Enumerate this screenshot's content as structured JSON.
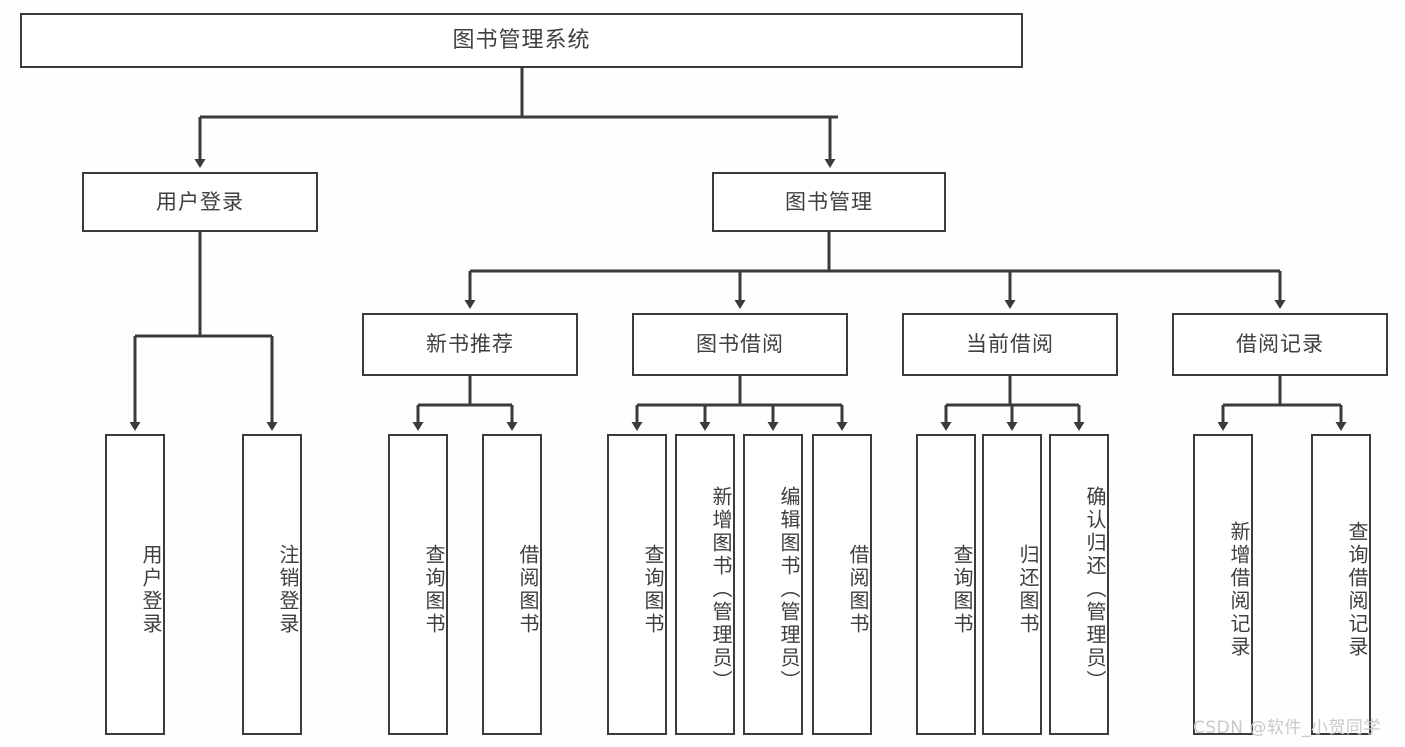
{
  "diagram": {
    "type": "tree-hierarchy",
    "title": "图书管理系统",
    "background_color": "#fefefe",
    "line_color": "#3b3b3b",
    "text_color": "#3f3f3f"
  },
  "root": {
    "label": "图书管理系统"
  },
  "level1": [
    {
      "id": "user-login",
      "label": "用户登录"
    },
    {
      "id": "book-manage",
      "label": "图书管理"
    }
  ],
  "level2": [
    {
      "id": "new-book-recommend",
      "label": "新书推荐"
    },
    {
      "id": "book-borrow",
      "label": "图书借阅"
    },
    {
      "id": "current-borrow",
      "label": "当前借阅"
    },
    {
      "id": "borrow-record",
      "label": "借阅记录"
    }
  ],
  "leaves": {
    "user_login": [
      {
        "id": "leaf-user-login",
        "label": "用户登录"
      },
      {
        "id": "leaf-logout",
        "label": "注销登录"
      }
    ],
    "new_book_recommend": [
      {
        "id": "leaf-query-book-1",
        "label": "查询图书"
      },
      {
        "id": "leaf-borrow-book-1",
        "label": "借阅图书"
      }
    ],
    "book_borrow": [
      {
        "id": "leaf-query-book-2",
        "label": "查询图书"
      },
      {
        "id": "leaf-add-book",
        "label": "新增图书（管理员）"
      },
      {
        "id": "leaf-edit-book",
        "label": "编辑图书（管理员）"
      },
      {
        "id": "leaf-borrow-book-2",
        "label": "借阅图书"
      }
    ],
    "current_borrow": [
      {
        "id": "leaf-query-book-3",
        "label": "查询图书"
      },
      {
        "id": "leaf-return-book",
        "label": "归还图书"
      },
      {
        "id": "leaf-confirm-return",
        "label": "确认归还（管理员）"
      }
    ],
    "borrow_record": [
      {
        "id": "leaf-add-record",
        "label": "新增借阅记录"
      },
      {
        "id": "leaf-query-record",
        "label": "查询借阅记录"
      }
    ]
  },
  "watermark": {
    "text": "CSDN @软件_小贺同学",
    "color": "#c9c9c9"
  }
}
